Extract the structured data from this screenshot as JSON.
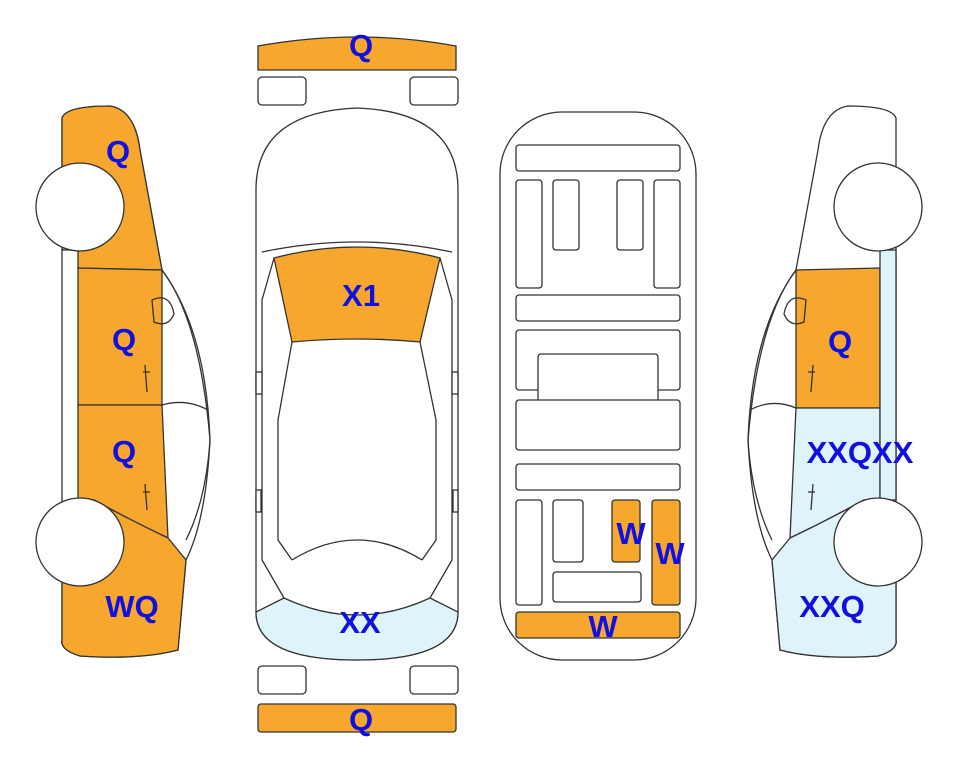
{
  "colors": {
    "damage_fill": "#F7A72E",
    "alt_fill": "#DFF3FA",
    "outline": "#333333",
    "label": "#1010E0"
  },
  "panel_labels": {
    "front_bumper": "Q",
    "rear_bumper": "Q",
    "windshield": "X1",
    "roof_rear": "XX",
    "left_front_fender": "Q",
    "left_front_door": "Q",
    "left_rear_door": "Q",
    "left_rear_quarter": "WQ",
    "right_front_door": "Q",
    "right_rear_door": "XXQXX",
    "right_rear_quarter": "XXQ",
    "under_rail_inner": "W",
    "under_rail_outer": "W",
    "under_rear_crossmember": "W"
  }
}
